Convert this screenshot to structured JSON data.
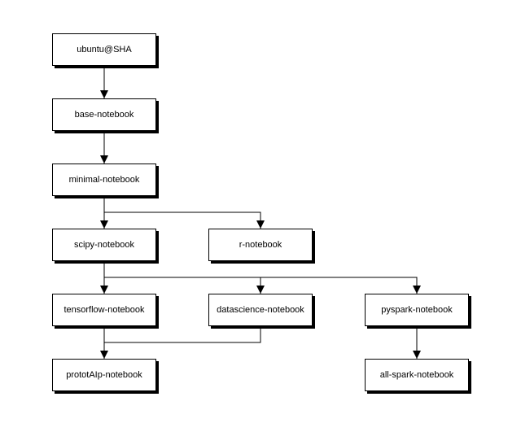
{
  "diagram": {
    "nodes": {
      "ubuntu": "ubuntu@SHA",
      "base": "base-notebook",
      "minimal": "minimal-notebook",
      "scipy": "scipy-notebook",
      "r": "r-notebook",
      "tensorflow": "tensorflow-notebook",
      "datascience": "datascience-notebook",
      "pyspark": "pyspark-notebook",
      "prototaip": "prototAIp-notebook",
      "allspark": "all-spark-notebook"
    },
    "edges": [
      [
        "ubuntu",
        "base"
      ],
      [
        "base",
        "minimal"
      ],
      [
        "minimal",
        "scipy"
      ],
      [
        "minimal",
        "r"
      ],
      [
        "scipy",
        "tensorflow"
      ],
      [
        "scipy",
        "datascience"
      ],
      [
        "scipy",
        "pyspark"
      ],
      [
        "tensorflow",
        "prototaip"
      ],
      [
        "datascience",
        "prototaip"
      ],
      [
        "pyspark",
        "allspark"
      ]
    ]
  }
}
